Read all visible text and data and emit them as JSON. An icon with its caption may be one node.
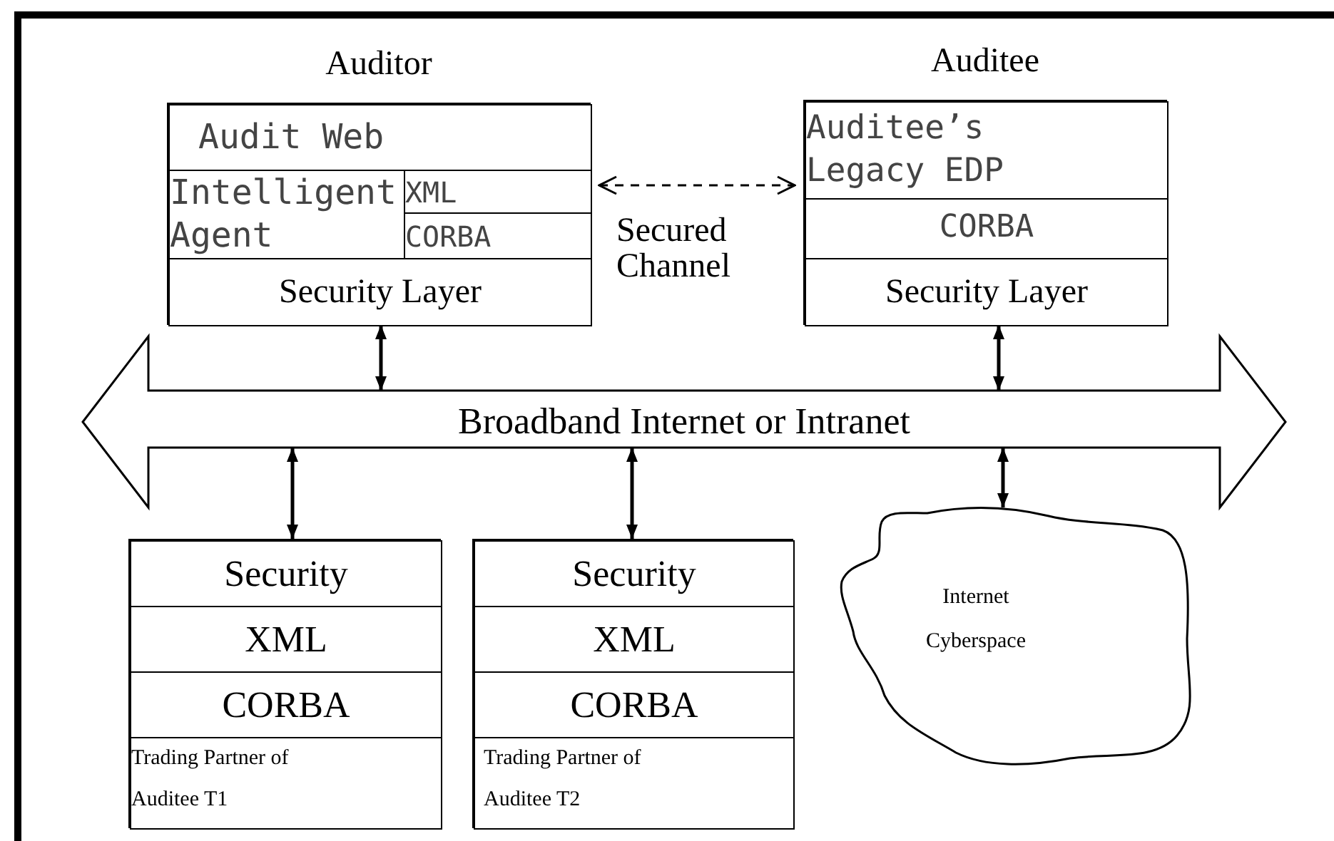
{
  "diagram": {
    "nodes": [
      {
        "text": [
          "Auditor"
        ]
      },
      {
        "text": [
          "Audit Web"
        ],
        "in": 0
      },
      {
        "text": [
          "Intelligent Agent"
        ],
        "in": 0
      },
      {
        "text": [
          "XML"
        ],
        "in": 0
      },
      {
        "text": [
          "CORBA"
        ],
        "in": 0
      },
      {
        "text": [
          "Security Layer"
        ],
        "in": 0
      },
      {
        "text": [
          "Auditee"
        ]
      },
      {
        "text": [
          "Auditee’s Legacy EDP"
        ],
        "in": 6
      },
      {
        "text": [
          "CORBA"
        ],
        "in": 6
      },
      {
        "text": [
          "Security Layer"
        ],
        "in": 6
      },
      {
        "text": [
          "Broadband Internet or Intranet"
        ]
      },
      {
        "text": [],
        "shape": "box"
      },
      {
        "text": [
          "Security"
        ],
        "in": 11
      },
      {
        "text": [
          "XML"
        ],
        "in": 11
      },
      {
        "text": [
          "CORBA"
        ],
        "in": 11
      },
      {
        "text": [
          "Trading Partner of Auditee T1"
        ],
        "in": 11
      },
      {
        "text": [],
        "shape": "box"
      },
      {
        "text": [
          "Security"
        ],
        "in": 16
      },
      {
        "text": [
          "XML"
        ],
        "in": 16
      },
      {
        "text": [
          "CORBA"
        ],
        "in": 16
      },
      {
        "text": [
          "Trading Partner of Auditee T2"
        ],
        "in": 16
      },
      {
        "text": [
          "Internet Cyberspace"
        ]
      }
    ],
    "edges": [
      {
        "from": 3,
        "to": 7,
        "arrow": "both",
        "style": "dashed",
        "label": "Secured Channel"
      },
      {
        "from": 5,
        "to": 10,
        "arrow": "both"
      },
      {
        "from": 9,
        "to": 10,
        "arrow": "both"
      },
      {
        "from": 10,
        "to": 12,
        "arrow": "both"
      },
      {
        "from": 10,
        "to": 17,
        "arrow": "both"
      },
      {
        "from": 10,
        "to": 21,
        "arrow": "both"
      }
    ]
  }
}
